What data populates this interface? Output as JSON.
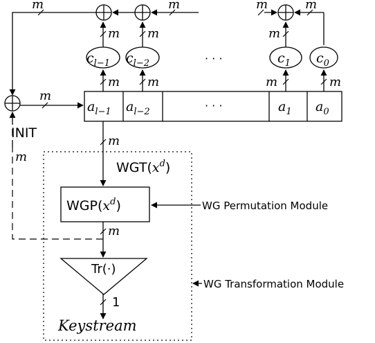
{
  "bus_width_label": "m",
  "output_width_label": "1",
  "ellipsis": "· · ·",
  "init_label": "INIT",
  "coefficients": [
    {
      "name": "c",
      "sub": "l−1"
    },
    {
      "name": "c",
      "sub": "l−2"
    },
    {
      "name": "c",
      "sub": "1"
    },
    {
      "name": "c",
      "sub": "0"
    }
  ],
  "register_cells": [
    {
      "name": "a",
      "sub": "l−1"
    },
    {
      "name": "a",
      "sub": "l−2"
    },
    {
      "name": "a",
      "sub": "1"
    },
    {
      "name": "a",
      "sub": "0"
    }
  ],
  "wgt_label": {
    "prefix": "WGT(",
    "base": "x",
    "exp": "d",
    "suffix": ")"
  },
  "wgp_label": {
    "prefix": "WGP(",
    "base": "x",
    "exp": "d",
    "suffix": ")"
  },
  "trace_label": "Tr(·)",
  "keystream_label": "Keystream",
  "annotations": {
    "permutation_module": "WG Permutation Module",
    "transformation_module": "WG Transformation Module"
  }
}
